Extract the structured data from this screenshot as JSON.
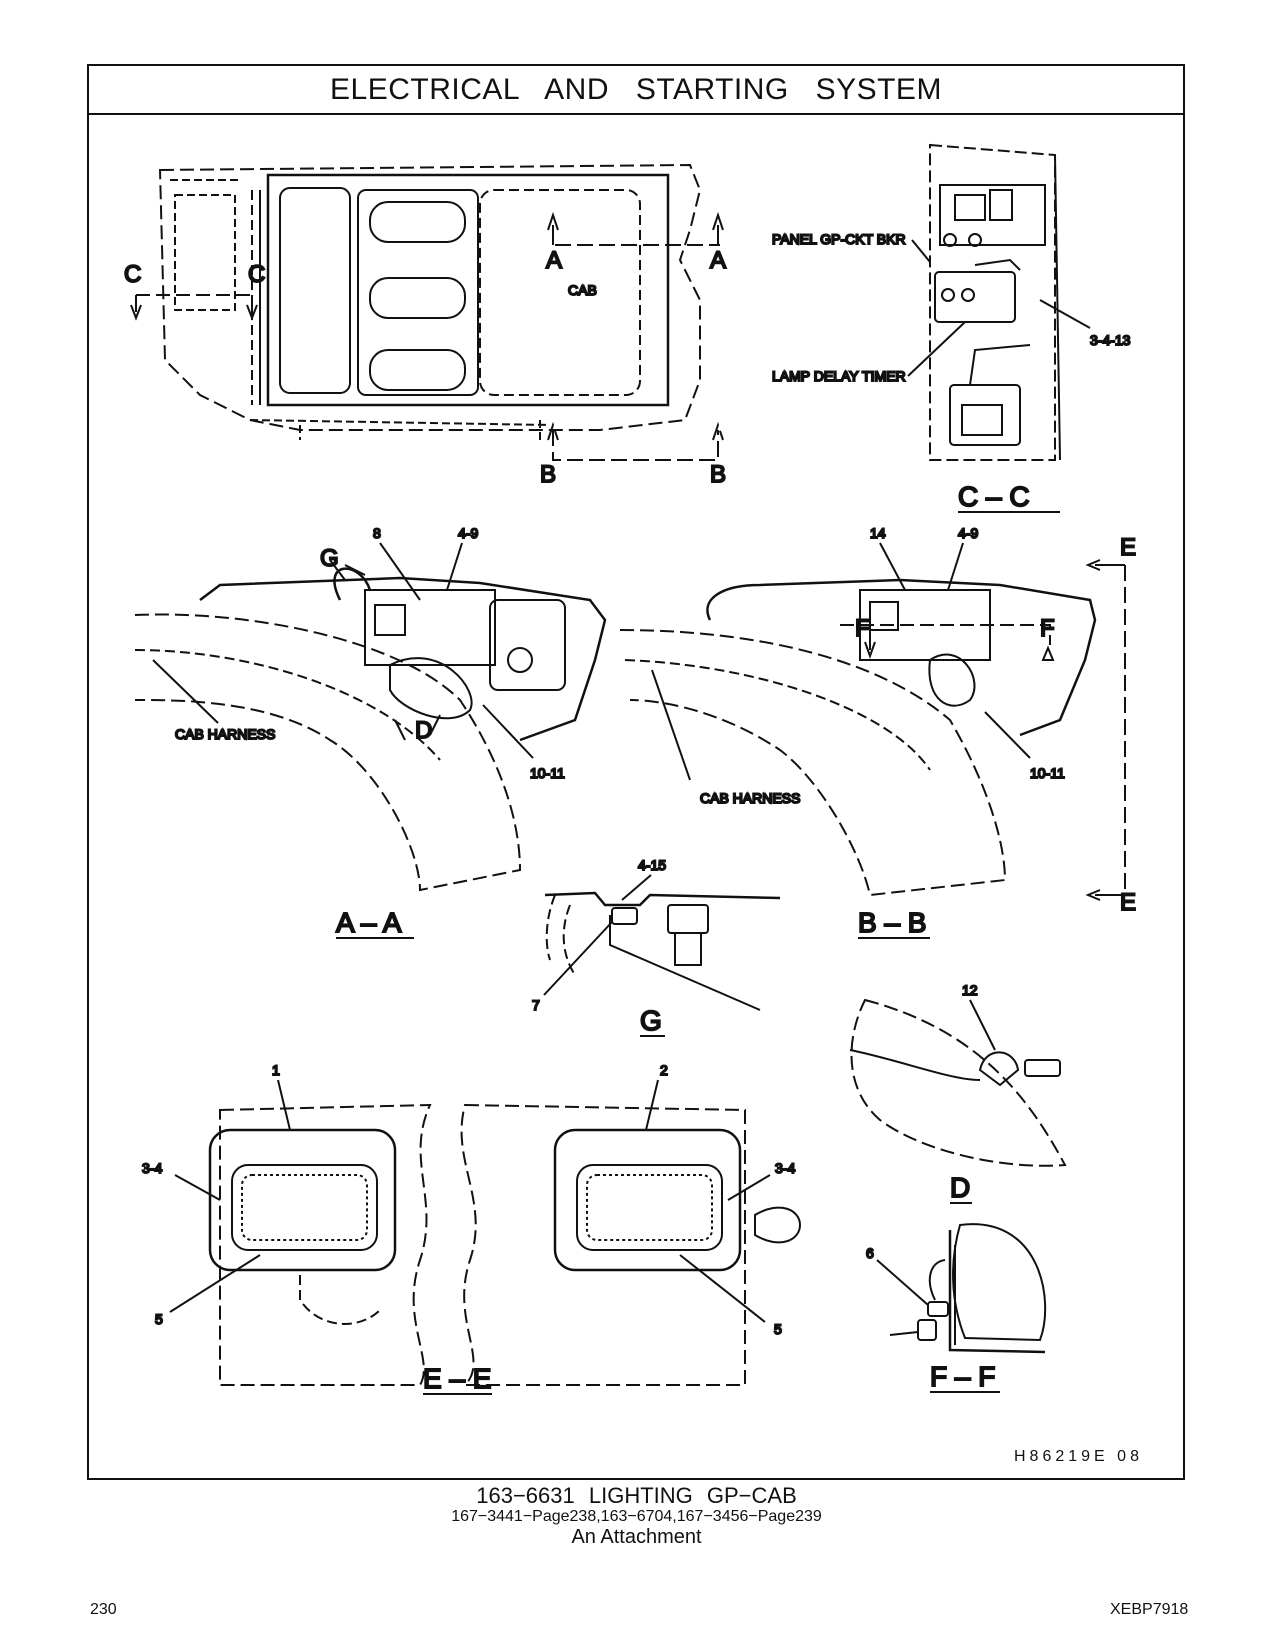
{
  "header": {
    "title": "ELECTRICAL AND STARTING SYSTEM"
  },
  "views": {
    "top": {
      "section_a": "A",
      "section_b": "B",
      "section_c": "C",
      "cab": "CAB"
    },
    "cc": {
      "title": "C – C",
      "panel": "PANEL GP-CKT BKR",
      "timer": "LAMP DELAY TIMER",
      "ref": "3-4-13"
    },
    "aa": {
      "title": "A – A",
      "g": "G",
      "d": "D",
      "harness": "CAB HARNESS",
      "n8": "8",
      "n49": "4-9",
      "n1011": "10-11"
    },
    "bb": {
      "title": "B – B",
      "f": "F",
      "e": "E",
      "harness": "CAB HARNESS",
      "n14": "14",
      "n49": "4-9",
      "n1011": "10-11"
    },
    "g": {
      "title": "G",
      "n415": "4-15",
      "n7": "7"
    },
    "d": {
      "title": "D",
      "n12": "12"
    },
    "ee": {
      "title": "E – E",
      "n1": "1",
      "n2": "2",
      "n34": "3-4",
      "n5": "5"
    },
    "ff": {
      "title": "F – F",
      "n6": "6"
    }
  },
  "figure_code": "H86219E 08",
  "footer": {
    "title": "163−6631 LIGHTING GP−CAB",
    "refs": "167−3441−Page238,163−6704,167−3456−Page239",
    "note": "An Attachment",
    "page_number": "230",
    "doc_code": "XEBP7918"
  }
}
